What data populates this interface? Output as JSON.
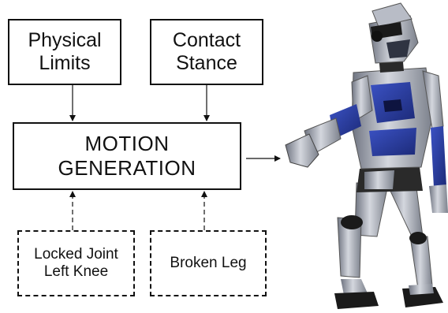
{
  "diagram": {
    "physical_limits": [
      "Physical",
      "Limits"
    ],
    "contact_stance": [
      "Contact",
      "Stance"
    ],
    "motion_generation": [
      "MOTION",
      "GENERATION"
    ],
    "locked_joint": [
      "Locked Joint",
      "Left Knee"
    ],
    "broken_leg": "Broken Leg"
  },
  "robot": {
    "icon": "humanoid-robot-icon",
    "colors": {
      "armor": "#a8adb8",
      "panel": "#2c3fa0",
      "joint": "#1a1a1a"
    }
  }
}
